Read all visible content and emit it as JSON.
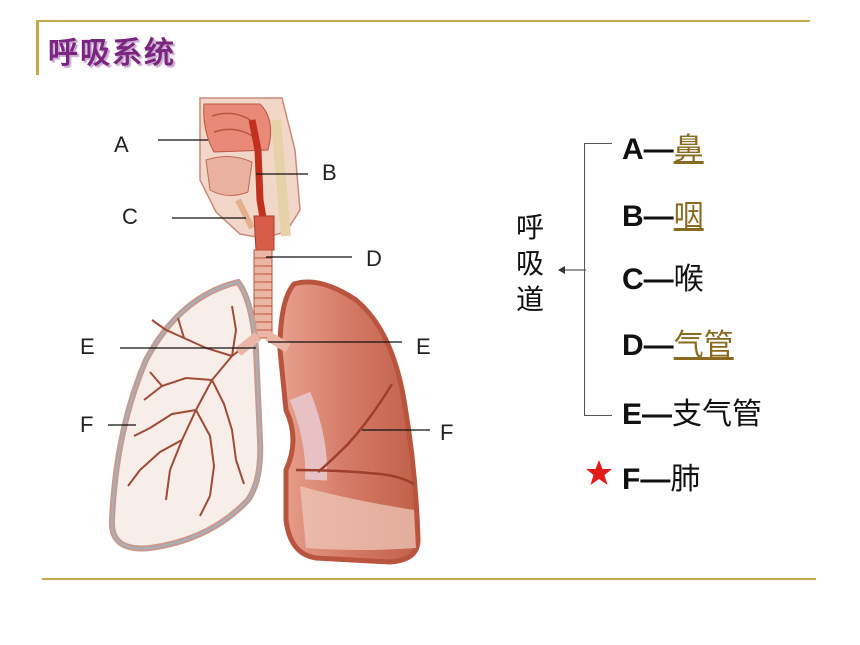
{
  "title": "呼吸系统",
  "diagram_labels": {
    "a": "A",
    "b": "B",
    "c": "C",
    "d": "D",
    "e_left": "E",
    "e_right": "E",
    "f_left": "F",
    "f_right": "F"
  },
  "group_label": "呼吸道",
  "legend": [
    {
      "letter": "A",
      "dash": "—",
      "name": "鼻",
      "linked": true
    },
    {
      "letter": "B",
      "dash": "—",
      "name": "咽",
      "linked": true
    },
    {
      "letter": "C",
      "dash": "—",
      "name": "喉",
      "linked": false
    },
    {
      "letter": "D",
      "dash": "—",
      "name": "气管",
      "linked": true
    },
    {
      "letter": "E",
      "dash": "—",
      "name": "支气管",
      "linked": false
    },
    {
      "letter": "F",
      "dash": "—",
      "name": "肺",
      "linked": false
    }
  ],
  "colors": {
    "title": "#7a2680",
    "rule": "#c8a64a",
    "link": "#8a6a1e",
    "star": "#e21b1b",
    "lung": "#d9826e",
    "lung_dark": "#b9553f",
    "airway": "#e08f7c"
  }
}
